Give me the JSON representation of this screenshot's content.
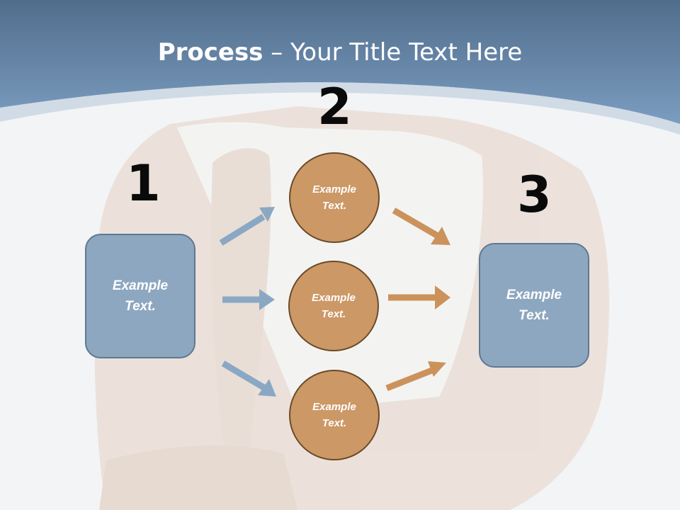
{
  "slide": {
    "title_bold": "Process",
    "title_rest": " – Your Title Text Here"
  },
  "steps": {
    "one": {
      "number": "1",
      "text": "Example Text."
    },
    "two": {
      "number": "2",
      "circles": [
        {
          "text": "Example Text."
        },
        {
          "text": "Example Text."
        },
        {
          "text": "Example Text."
        }
      ]
    },
    "three": {
      "number": "3",
      "text": "Example Text."
    }
  },
  "colors": {
    "header": "#6a8fb3",
    "box_fill": "#8ea7c0",
    "circle_fill": "#cc9866",
    "blue_arrow": "#8aa8c4",
    "orange_arrow": "#cc925c"
  }
}
